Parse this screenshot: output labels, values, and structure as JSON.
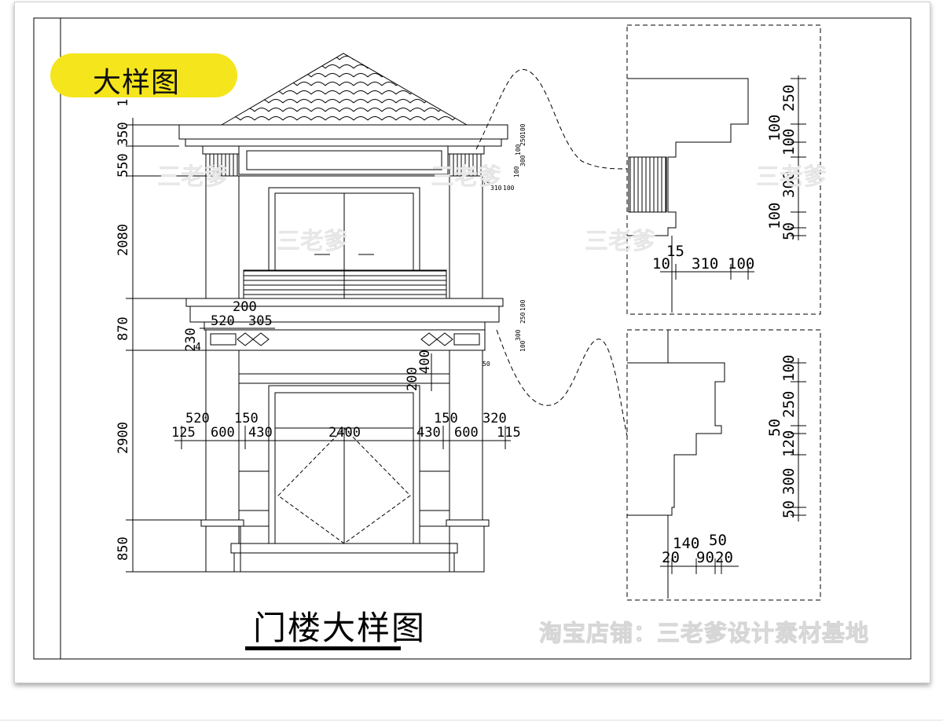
{
  "badge": {
    "label": "大样图"
  },
  "drawing": {
    "title": "门楼大样图",
    "shop_watermark": "淘宝店铺：三老爹设计素材基地",
    "watermark": "三老爹",
    "left_dims": [
      "1",
      "350",
      "550",
      "2080",
      "870",
      "2900",
      "850"
    ],
    "horizontal_dims_upper": [
      "200",
      "520",
      "305",
      "230",
      "4"
    ],
    "horizontal_dims_lower": [
      "125",
      "520",
      "600",
      "150",
      "430",
      "2400",
      "430",
      "150",
      "600",
      "320",
      "115"
    ],
    "horizontal_dims_right_top": "320",
    "mid_dims": [
      "200",
      "400"
    ],
    "small_dims_top": [
      "100",
      "250",
      "100",
      "300",
      "100",
      "15",
      "310",
      "100"
    ],
    "small_dims_mid": [
      "100",
      "250",
      "300",
      "100",
      "50"
    ]
  },
  "detail_top": {
    "vertical_dims": [
      "250",
      "100",
      "100",
      "300",
      "100",
      "50"
    ],
    "horizontal_dims": [
      "10",
      "15",
      "310",
      "100"
    ]
  },
  "detail_bottom": {
    "vertical_dims": [
      "100",
      "250",
      "50",
      "120",
      "300",
      "50"
    ],
    "horizontal_dims": [
      "140",
      "50",
      "20",
      "90",
      "20"
    ]
  }
}
